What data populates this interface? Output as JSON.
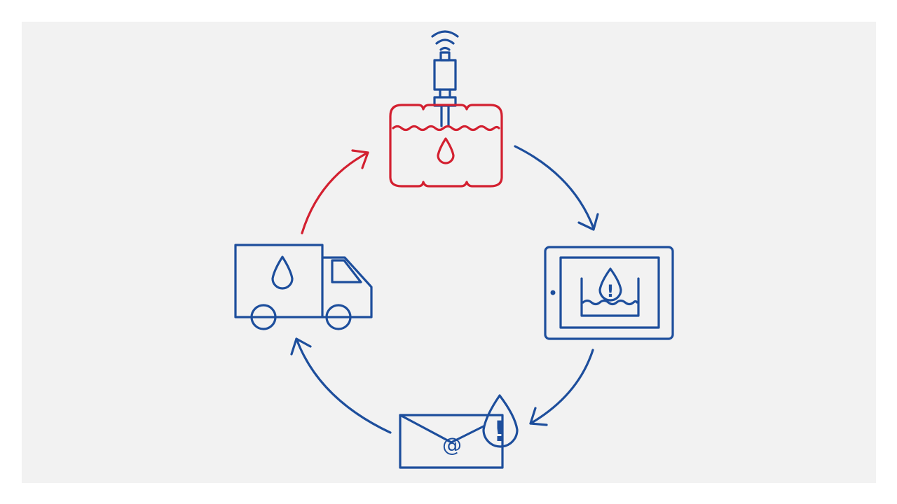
{
  "diagram": {
    "type": "cycle",
    "colors": {
      "primary": "#1d4e9c",
      "accent": "#d32030",
      "background": "#f2f2f2"
    },
    "nodes": [
      {
        "id": "tank",
        "icon": "tank-level-sensor-icon",
        "color": "#d32030"
      },
      {
        "id": "tablet",
        "icon": "tablet-low-level-alert-icon",
        "color": "#1d4e9c"
      },
      {
        "id": "email",
        "icon": "email-alert-icon",
        "color": "#1d4e9c"
      },
      {
        "id": "truck",
        "icon": "delivery-truck-icon",
        "color": "#1d4e9c"
      }
    ],
    "edges": [
      {
        "from": "tank",
        "to": "tablet",
        "color": "#1d4e9c"
      },
      {
        "from": "tablet",
        "to": "email",
        "color": "#1d4e9c"
      },
      {
        "from": "email",
        "to": "truck",
        "color": "#1d4e9c"
      },
      {
        "from": "truck",
        "to": "tank",
        "color": "#d32030"
      }
    ],
    "email_symbol": "@",
    "alert_symbol": "!"
  }
}
